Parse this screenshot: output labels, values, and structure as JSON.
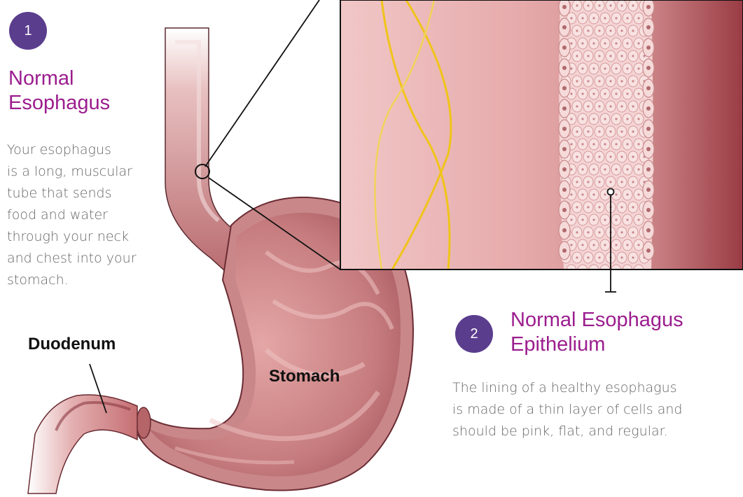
{
  "colors": {
    "accent": "#9b1d8e",
    "badge": "#5b3d8e",
    "tissue": "#c57d7f",
    "epithelium": "#f2cdcd",
    "nerve": "#f0c419"
  },
  "section1": {
    "number": "1",
    "title_line1": "Normal",
    "title_line2": "Esophagus",
    "text_lines": [
      "Your esophagus",
      "is a long, muscular",
      "tube that sends",
      "food and water",
      "through your neck",
      "and chest into your",
      "stomach."
    ]
  },
  "section2": {
    "number": "2",
    "title_line1": "Normal Esophagus",
    "title_line2": "Epithelium",
    "text_lines": [
      "The lining of a healthy esophagus",
      "is made of a thin layer of cells and",
      "should be pink, flat, and regular."
    ]
  },
  "labels": {
    "duodenum": "Duodenum",
    "stomach": "Stomach"
  }
}
